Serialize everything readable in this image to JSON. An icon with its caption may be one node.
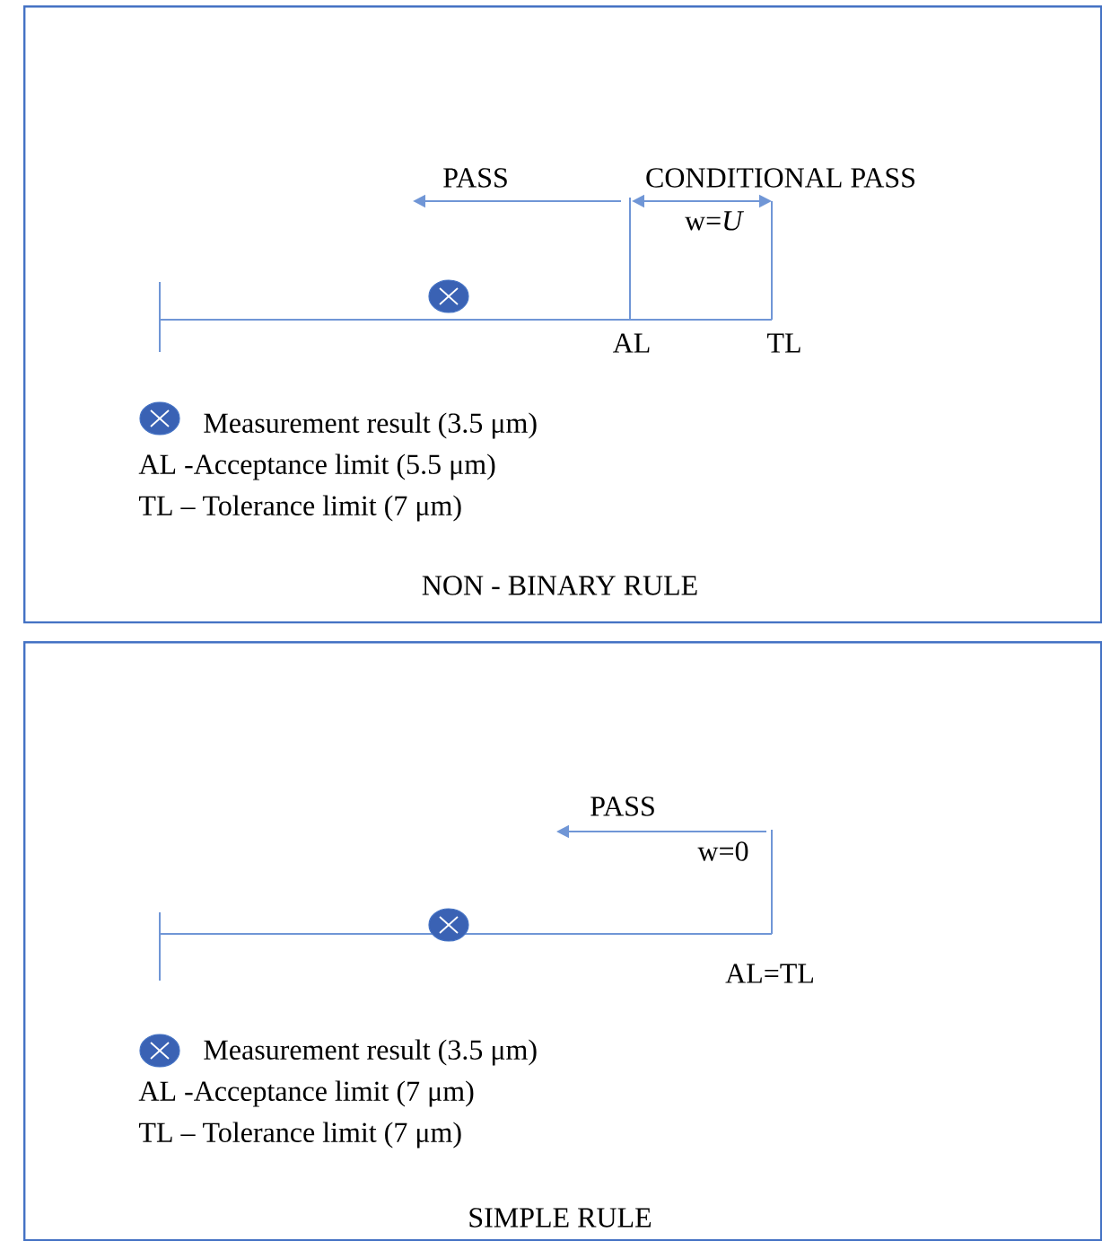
{
  "diagram": {
    "nodes": [
      {
        "text": [
          "NON - BINARY RULE"
        ]
      },
      {
        "text": [
          "SIMPLE RULE"
        ]
      }
    ],
    "edges": [],
    "labels": [
      "PASS",
      "CONDITIONAL PASS",
      "w=*U*",
      "AL",
      "TL",
      "AL -Acceptance limit (5.5 μm)",
      "TL – Tolerance limit (7 μm)",
      "PASS",
      "w=0",
      "AL=TL",
      "AL -Acceptance limit (7 μm)",
      "TL – Tolerance limit (7 μm)"
    ],
    "legend": [
      {
        "text": "Measurement result (3.5 μm)"
      },
      {
        "text": "Measurement result (3.5 μm)"
      }
    ]
  }
}
